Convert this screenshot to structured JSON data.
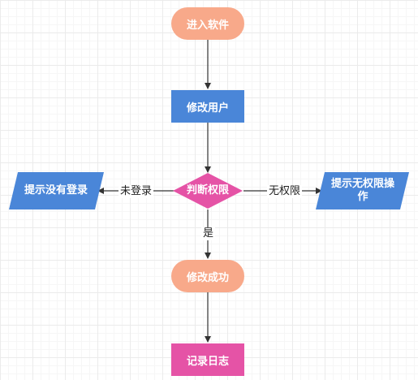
{
  "nodes": {
    "start": "进入软件",
    "modify_user": "修改用户",
    "judge_permission": "判断权限",
    "prompt_not_logged_in": "提示没有登录",
    "prompt_no_permission": "提示无权限操作",
    "modify_success": "修改成功",
    "record_log": "记录日志"
  },
  "edges": {
    "not_logged_in": "未登录",
    "no_permission": "无权限",
    "yes": "是"
  },
  "colors": {
    "terminal": "#f8a98a",
    "process": "#4a86d8",
    "decision": "#e553a6",
    "log": "#e553a6",
    "arrow": "#333333"
  }
}
